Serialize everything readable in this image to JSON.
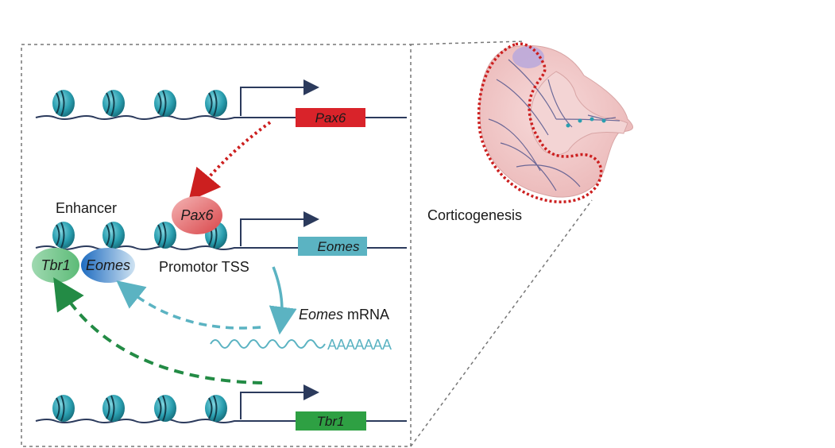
{
  "labels": {
    "enhancer": "Enhancer",
    "promotor": "Promotor TSS",
    "corticogenesis": "Corticogenesis",
    "mrna_gene": "Eomes",
    "mrna_suffix": " mRNA",
    "polya": "AAAAAAA"
  },
  "genes": {
    "pax6": "Pax6",
    "eomes": "Eomes",
    "tbr1": "Tbr1"
  },
  "factors": {
    "pax6": "Pax6",
    "tbr1": "Tbr1",
    "eomes": "Eomes"
  },
  "colors": {
    "pax6_gene": "#d9232a",
    "eomes_gene": "#5bb3c2",
    "tbr1_gene": "#2ea043",
    "nucleosome": "#2a9fb0",
    "pax6_arrow": "#cc1f1f",
    "eomes_arrow": "#5bb3c2",
    "tbr1_arrow": "#238b45",
    "brain_outline": "#cc1f1f"
  }
}
